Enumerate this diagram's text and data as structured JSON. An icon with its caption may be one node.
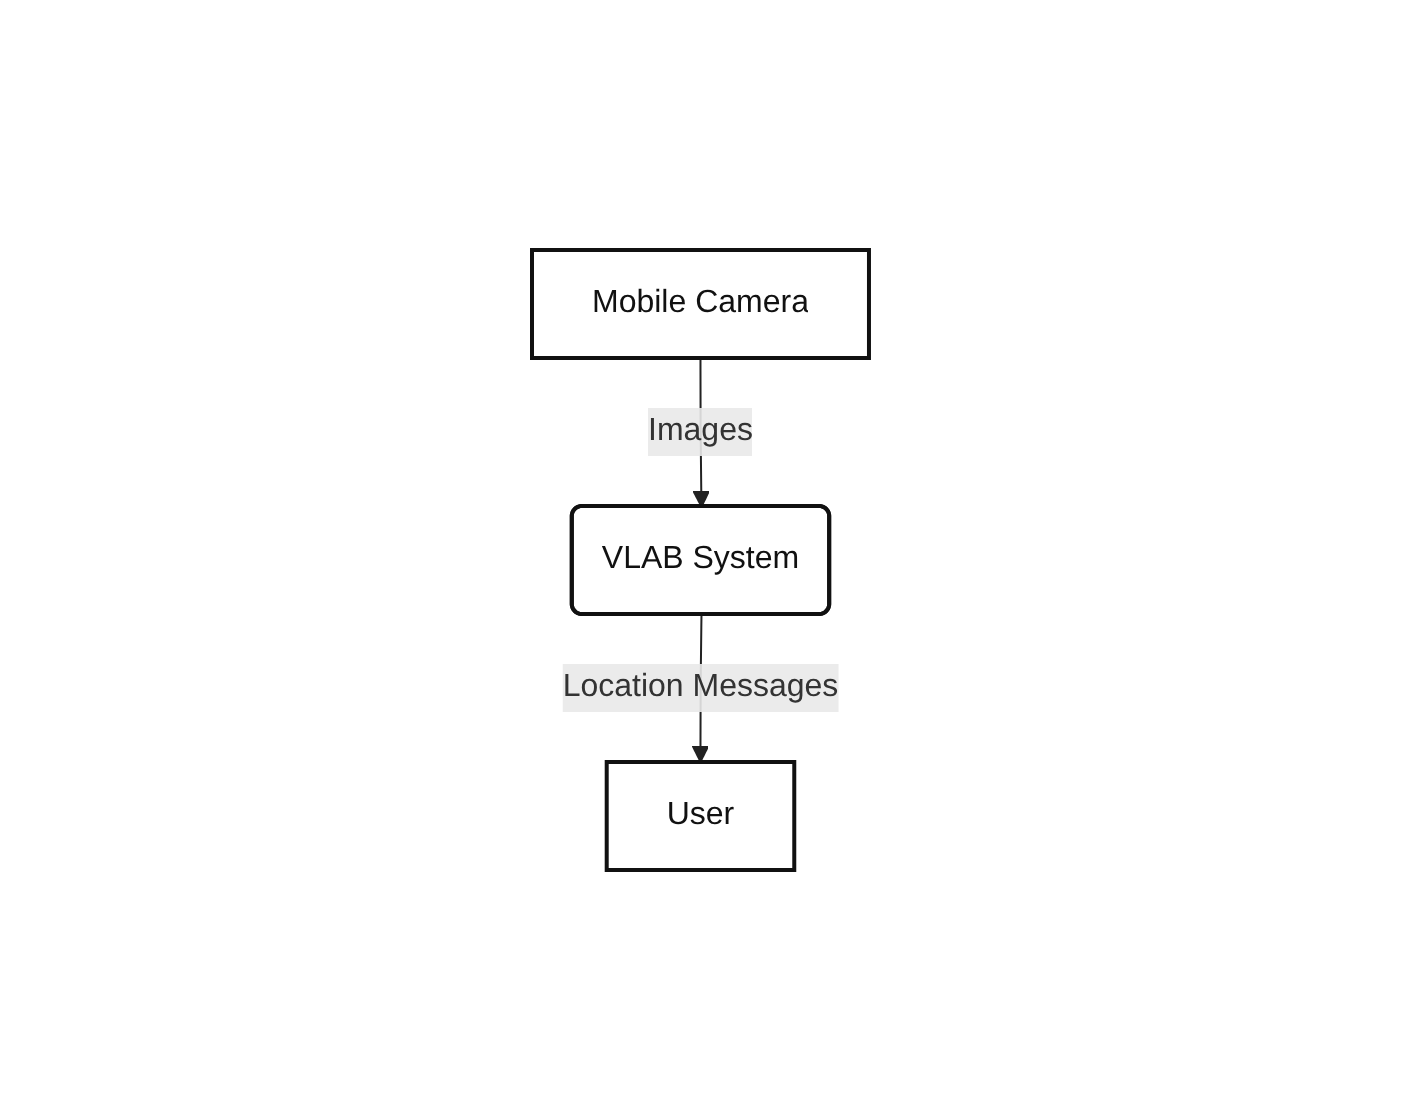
{
  "diagram": {
    "nodes": [
      {
        "text": [
          "Mobile Camera"
        ]
      },
      {
        "text": [
          "VLAB System"
        ]
      },
      {
        "text": [
          "User"
        ]
      }
    ],
    "edges": [
      {
        "from": 0,
        "to": 1,
        "arrow": "to",
        "label": "Images"
      },
      {
        "from": 1,
        "to": 2,
        "arrow": "to",
        "label": "Location Messages"
      }
    ]
  }
}
